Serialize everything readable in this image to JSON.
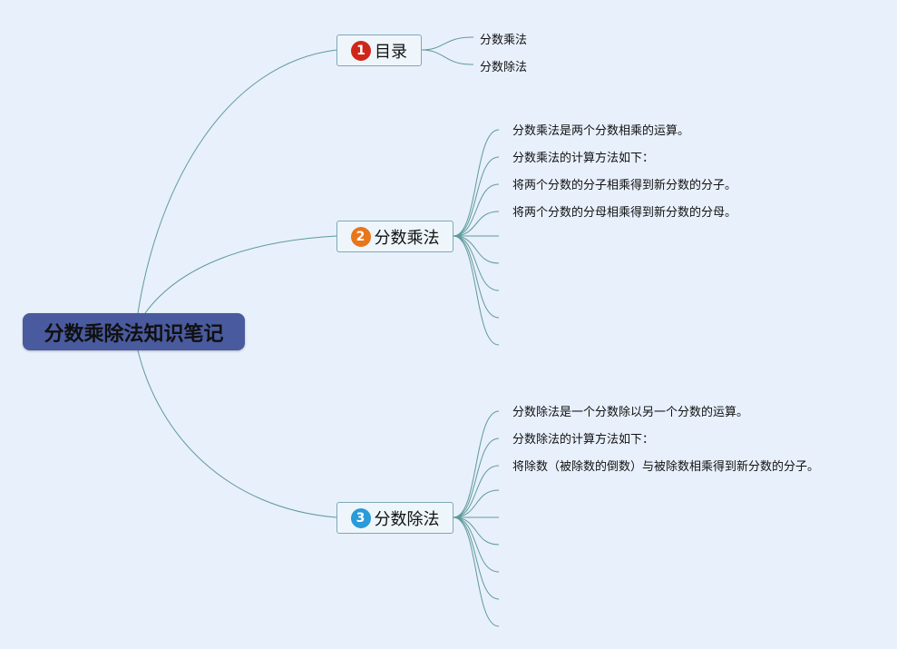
{
  "root": {
    "title": "分数乘除法知识笔记"
  },
  "topics": [
    {
      "number": "1",
      "label": "目录",
      "badge_color": "#d0261a",
      "leaves": [
        "分数乘法",
        "分数除法"
      ]
    },
    {
      "number": "2",
      "label": "分数乘法",
      "badge_color": "#e8761b",
      "leaves": [
        "分数乘法是两个分数相乘的运算。",
        "分数乘法的计算方法如下：",
        "将两个分数的分子相乘得到新分数的分子。",
        "将两个分数的分母相乘得到新分数的分母。",
        "",
        "",
        "",
        "",
        ""
      ]
    },
    {
      "number": "3",
      "label": "分数除法",
      "badge_color": "#2a9ad8",
      "leaves": [
        "分数除法是一个分数除以另一个分数的运算。",
        "分数除法的计算方法如下：",
        "将除数（被除数的倒数）与被除数相乘得到新分数的分子。",
        "",
        "",
        "",
        "",
        ""
      ]
    }
  ],
  "colors": {
    "connector": "#5f9a9a",
    "background": "#e8f0fc",
    "root_fill": "#4a5a9e"
  }
}
